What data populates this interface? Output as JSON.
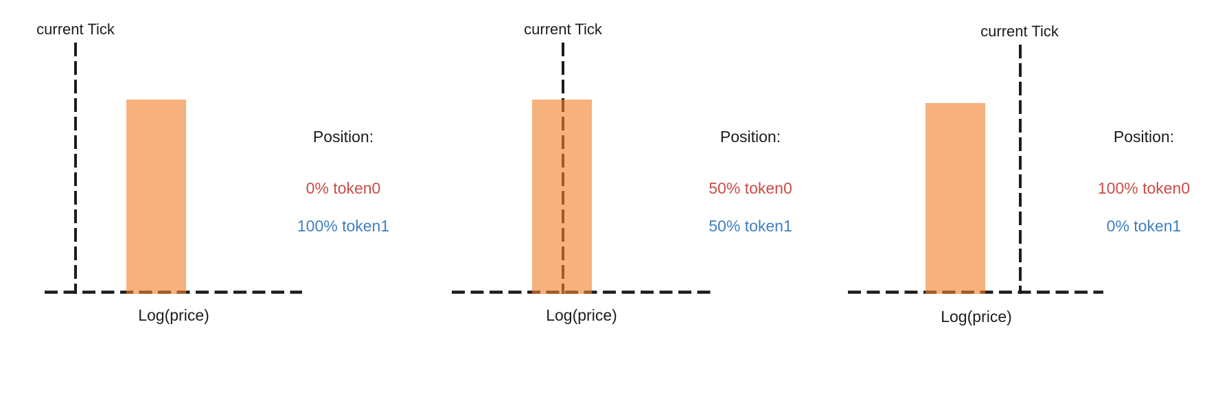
{
  "colors": {
    "bar_fill": "rgba(242,129,45,0.62)",
    "dash_line": "#1c1c1c",
    "token0_red": "#c94c47",
    "token1_blue": "#3f7ebf",
    "text": "#1c1c1c"
  },
  "panels": [
    {
      "current_tick_label": "current Tick",
      "axis_label": "Log(price)",
      "position_title": "Position:",
      "token0_line": "0% token0",
      "token1_line": "100% token1"
    },
    {
      "current_tick_label": "current Tick",
      "axis_label": "Log(price)",
      "position_title": "Position:",
      "token0_line": "50% token0",
      "token1_line": "50% token1"
    },
    {
      "current_tick_label": "current Tick",
      "axis_label": "Log(price)",
      "position_title": "Position:",
      "token0_line": "100% token0",
      "token1_line": "0% token1"
    }
  ]
}
